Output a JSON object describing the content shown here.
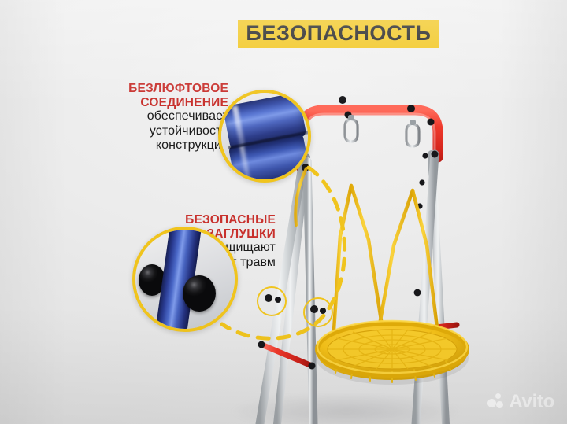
{
  "background": {
    "color": "#e9e9e9",
    "name": "studio-gray-backdrop"
  },
  "title_banner": {
    "text": "БЕЗОПАСНОСТЬ",
    "background_color": "#f1c416",
    "text_color": "#171717"
  },
  "callouts": [
    {
      "id": "joint",
      "highlight_lines": [
        "БЕЗЛЮФТОВОЕ",
        "СОЕДИНЕНИЕ"
      ],
      "body_lines": [
        "обеспечивает",
        "устойчивость",
        "конструкции"
      ],
      "highlight_color": "#c8302c",
      "body_color": "#1b1b1b",
      "detail_image": "blue-tube-sleeve-joint"
    },
    {
      "id": "caps",
      "highlight_lines": [
        "БЕЗОПАСНЫЕ",
        "ЗАГЛУШКИ"
      ],
      "body_lines": [
        "защищают",
        "от травм"
      ],
      "highlight_color": "#c8302c",
      "body_color": "#1b1b1b",
      "detail_image": "blue-tube-black-end-caps"
    }
  ],
  "magnifiers": {
    "ring_color": "#f0c41d",
    "joint_label": "zoom-detail-joint",
    "caps_label": "zoom-detail-caps"
  },
  "product": {
    "name": "nest-swing-set",
    "frame_top_bar_color": "#e8322a",
    "frame_leg_color": "#c8cbcd",
    "rope_color": "#f5c623",
    "seat_color": "#f2bf16",
    "seat_type": "round-nest-web-seat",
    "end_cap_color": "#141416",
    "brace_color": "#d8342b"
  },
  "pointer": {
    "style": "dashed-curve",
    "color": "#f0c41d"
  },
  "watermark": {
    "text": "Avito",
    "color": "#fbfbfb"
  }
}
